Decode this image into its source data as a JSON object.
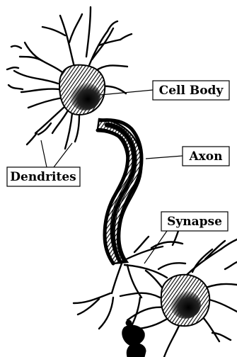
{
  "labels": {
    "cell_body": "Cell Body",
    "axon": "Axon",
    "dendrites": "Dendrites",
    "synapse": "Synapse"
  },
  "colors": {
    "ink": "#000000",
    "background": "#ffffff"
  }
}
